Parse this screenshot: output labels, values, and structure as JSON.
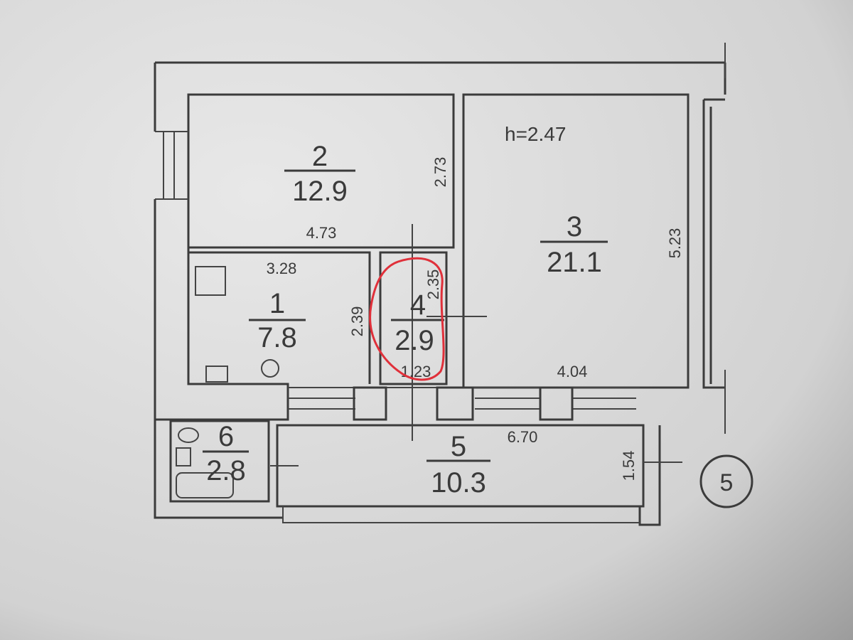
{
  "plan": {
    "ceiling_height": "h=2.47",
    "rooms": [
      {
        "number": "1",
        "area": "7.8"
      },
      {
        "number": "2",
        "area": "12.9"
      },
      {
        "number": "3",
        "area": "21.1"
      },
      {
        "number": "4",
        "area": "2.9"
      },
      {
        "number": "5",
        "area": "10.3"
      },
      {
        "number": "6",
        "area": "2.8"
      }
    ],
    "dimensions": {
      "room2_width": "4.73",
      "room2_depth": "2.73",
      "room1_width": "3.28",
      "room1_depth": "2.39",
      "room4_depth": "2.35",
      "room4_width": "1.23",
      "room3_width": "4.04",
      "room3_depth": "5.23",
      "room5_width": "6.70",
      "room5_depth": "1.54"
    },
    "section_marker": "5",
    "highlight_color": "#e0303a"
  }
}
